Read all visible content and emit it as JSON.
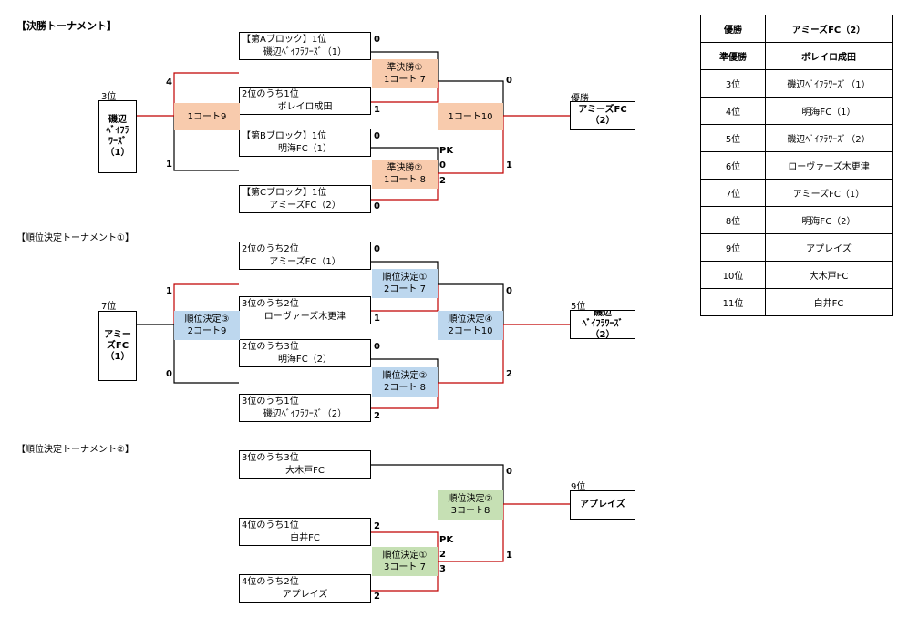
{
  "sections": {
    "final_title": "【決勝トーナメント】",
    "place1_title": "【順位決定トーナメント①】",
    "place2_title": "【順位決定トーナメント②】"
  },
  "final": {
    "teams": [
      {
        "seed": "【第Aブロック】1位",
        "name": "磯辺ﾍﾞｲﾌﾗﾜｰｽﾞ（1）"
      },
      {
        "seed": "2位のうち1位",
        "name": "ボレイロ成田"
      },
      {
        "seed": "【第Bブロック】1位",
        "name": "明海FC（1）"
      },
      {
        "seed": "【第Cブロック】1位",
        "name": "アミーズFC（2）"
      }
    ],
    "semi1": {
      "title": "準決勝①",
      "court": "1コート 7"
    },
    "semi2": {
      "title": "準決勝②",
      "court": "1コート 8"
    },
    "match_left": {
      "court": "1コート9"
    },
    "match_final": {
      "court": "1コート10"
    },
    "third": {
      "label": "3位",
      "name_lines": [
        "磯辺",
        "ﾍﾞｲﾌﾗ",
        "ﾜｰｽﾞ",
        "（1）"
      ]
    },
    "champion": {
      "label": "優勝",
      "name_lines": [
        "アミーズFC",
        "（2）"
      ]
    },
    "scores": {
      "a": "0",
      "b": "1",
      "c": "0",
      "d": "0",
      "semi1_final": "0",
      "semi2_final": "1",
      "pk": "PK",
      "pk1": "0",
      "pk2": "2",
      "left_top": "4",
      "left_bot": "1"
    }
  },
  "place1": {
    "teams": [
      {
        "seed": "2位のうち2位",
        "name": "アミーズFC（1）"
      },
      {
        "seed": "3位のうち2位",
        "name": "ローヴァーズ木更津"
      },
      {
        "seed": "2位のうち3位",
        "name": "明海FC（2）"
      },
      {
        "seed": "3位のうち1位",
        "name": "磯辺ﾍﾞｲﾌﾗﾜｰｽﾞ（2）"
      }
    ],
    "m1": {
      "title": "順位決定①",
      "court": "2コート 7"
    },
    "m2": {
      "title": "順位決定②",
      "court": "2コート 8"
    },
    "m3": {
      "title": "順位決定③",
      "court": "2コート9"
    },
    "m4": {
      "title": "順位決定④",
      "court": "2コート10"
    },
    "seventh": {
      "label": "7位",
      "name_lines": [
        "アミー",
        "ズFC",
        "（1）"
      ]
    },
    "fifth": {
      "label": "5位",
      "name_lines": [
        "磯辺",
        "ﾍﾞｲﾌﾗﾜｰｽﾞ",
        "（2）"
      ]
    },
    "scores": {
      "a": "0",
      "b": "1",
      "c": "0",
      "d": "2",
      "m1_out": "0",
      "m2_out": "2",
      "left_top": "1",
      "left_bot": "0"
    }
  },
  "place2": {
    "teams": [
      {
        "seed": "3位のうち3位",
        "name": "大木戸FC"
      },
      {
        "seed": "4位のうち1位",
        "name": "白井FC"
      },
      {
        "seed": "4位のうち2位",
        "name": "アプレイズ"
      }
    ],
    "m1": {
      "title": "順位決定①",
      "court": "3コート 7"
    },
    "m2": {
      "title": "順位決定②",
      "court": "3コート8"
    },
    "ninth": {
      "label": "9位",
      "name": "アプレイズ"
    },
    "scores": {
      "top_out": "0",
      "b": "2",
      "c": "2",
      "pk": "PK",
      "pk1": "2",
      "pk2": "3",
      "m1_out": "1"
    }
  },
  "ranking": [
    {
      "rank": "優勝",
      "team": "アミーズFC（2）"
    },
    {
      "rank": "準優勝",
      "team": "ボレイロ成田"
    },
    {
      "rank": "3位",
      "team": "磯辺ﾍﾞｲﾌﾗﾜｰｽﾞ（1）"
    },
    {
      "rank": "4位",
      "team": "明海FC（1）"
    },
    {
      "rank": "5位",
      "team": "磯辺ﾍﾞｲﾌﾗﾜｰｽﾞ（2）"
    },
    {
      "rank": "6位",
      "team": "ローヴァーズ木更津"
    },
    {
      "rank": "7位",
      "team": "アミーズFC（1）"
    },
    {
      "rank": "8位",
      "team": "明海FC（2）"
    },
    {
      "rank": "9位",
      "team": "アプレイズ"
    },
    {
      "rank": "10位",
      "team": "大木戸FC"
    },
    {
      "rank": "11位",
      "team": "白井FC"
    }
  ],
  "colors": {
    "winner_line": "#c00000",
    "line": "#000000",
    "semi_fill": "#f8cbad",
    "place1_fill": "#bdd7ee",
    "place2_fill": "#c6e0b4"
  }
}
